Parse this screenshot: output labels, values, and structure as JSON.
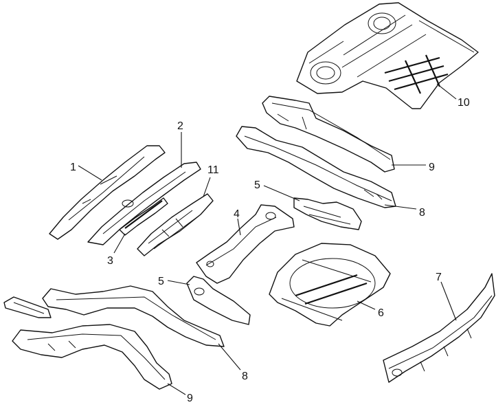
{
  "callouts": [
    {
      "id": "c1",
      "label": "1"
    },
    {
      "id": "c2",
      "label": "2"
    },
    {
      "id": "c3",
      "label": "3"
    },
    {
      "id": "c4",
      "label": "4"
    },
    {
      "id": "c5a",
      "label": "5"
    },
    {
      "id": "c5b",
      "label": "5"
    },
    {
      "id": "c6",
      "label": "6"
    },
    {
      "id": "c7",
      "label": "7"
    },
    {
      "id": "c8a",
      "label": "8"
    },
    {
      "id": "c8b",
      "label": "8"
    },
    {
      "id": "c9a",
      "label": "9"
    },
    {
      "id": "c9b",
      "label": "9"
    },
    {
      "id": "c10",
      "label": "10"
    },
    {
      "id": "c11",
      "label": "11"
    }
  ]
}
